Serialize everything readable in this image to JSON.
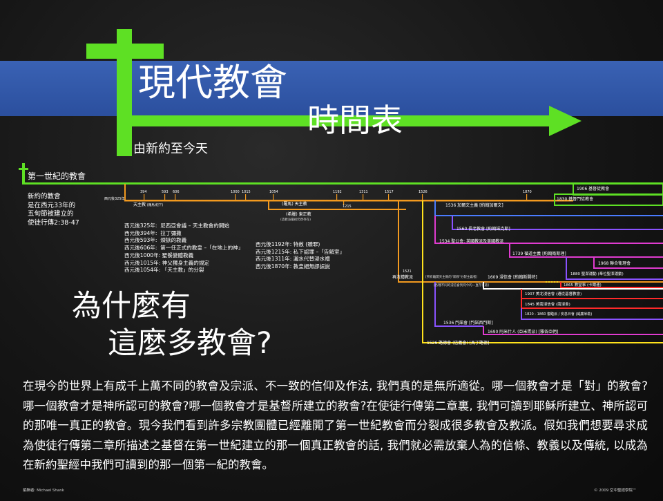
{
  "header": {
    "title_line1": "現代教會",
    "title_line2": "時間表",
    "subtitle": "由新約至今天"
  },
  "first_century": {
    "label": "第一世紀的教會",
    "note": "新約的教會\n是在西元33年的\n五旬節被建立的\n使徒行傳2:38-47"
  },
  "timeline": {
    "start_label": "西元後325年",
    "years": [
      "394",
      "593",
      "606",
      "1000",
      "1015",
      "1054",
      "1192",
      "1311",
      "1517",
      "1526",
      "1870"
    ],
    "year_1215": "1215",
    "catholic": "天主教",
    "catholic_note": "[羅馬/紀下]",
    "roman_catholic": "(羅馬) 天主教",
    "greek_orthodox": "(希臘) 東正教",
    "greek_orthodox_note": "(這教派最初仍然存在)",
    "year_1521": "1521",
    "anabaptist": "再洗禮教派",
    "reformation_note1": "[所有離開天主教的\"新教\"分裂主義者]",
    "reformation_note2": "[各種不同的浸信會到何今的一直存在著]"
  },
  "history_left": "西元後325年:  尼西亞會議 – 天主教會的開始\n西元後394年:  拉丁彌撒\n西元後593年:  煉獄的教義\n西元後606年:  第一任正式的教皇 –「在地上的神」\n西元後1000年: 聖餐變體教義\n西元後1015年: 神父獨身主義的規定\n西元後1054年: 「天主教」的分裂",
  "history_right": "西元後1192年: 特赦 (贖罪)\n西元後1215年: 私下認罪 –「告解室」\n西元後1311年: 灑水代替浸水禮\n西元後1870年: 教皇絕無謬誤說",
  "denominations": [
    {
      "label": "1906 基督徒教會"
    },
    {
      "label": "1830 基督門徒教會"
    },
    {
      "label": "1536 加爾文主義 [約翰加爾文]"
    },
    {
      "label": "1560 長老教會 [約翰諾克斯]"
    },
    {
      "label": "1534 聖公會: 英國教派及美國教派"
    },
    {
      "label": "1739 循道主義 [約翰衛斯理]"
    },
    {
      "label": "1968 聯合衛理會"
    },
    {
      "label": "1880 聖潔運動 (奉位聖潔運動)"
    },
    {
      "label": "1609 浸信會 [約翰斯開特]"
    },
    {
      "label": "1865 教堂事 (卡爾連)"
    },
    {
      "label": "1907 美北浸信會 (遵從基督教會)"
    },
    {
      "label": "1845 美南浸信會 (南浸會)"
    },
    {
      "label": "1820 - 1860 復臨派 / 安息日會 (威廉米勒)"
    },
    {
      "label": "1536 門諾會 [門諾西門斯]"
    },
    {
      "label": "1690 阿米什人 (亞米胥派) [雅各亞們]"
    },
    {
      "label": "1526 路德會 (信義會) [馬丁路德]"
    }
  ],
  "question": {
    "line1": "為什麼有",
    "line2": "這麼多教會?"
  },
  "paragraph": "在現今的世界上有成千上萬不同的教會及宗派、不一致的信仰及作法, 我們真的是無所適從。哪一個教會才是「對」的教會?哪一個教會才是神所認可的教會?哪一個教會才是基督所建立的教會?在使徒行傳第二章裏, 我們可讀到耶穌所建立、神所認可的那唯一真正的教會。現今我們看到許多宗教團體已經離開了第一世紀教會而分裂成很多教會及教派。假如我們想要尋求成為使徒行傳第二章所描述之基督在第一世紀建立的那一個真正教會的話, 我們就必需放棄人為的信條、教義以及傳統, 以成為在新約聖經中我們可讀到的那一個第一紀的教會。",
  "footer": {
    "editor": "編輯者: Michael Shank",
    "copyright": "© 2009    空中聖經學院™"
  },
  "colors": {
    "green": "#5ee024",
    "orange": "#f39a1f",
    "band_blue": "#2f58aa",
    "blue": "#4a7cff",
    "magenta": "#e03bd0",
    "purple": "#8a52ff",
    "yellow": "#ffe21c",
    "red": "#ff2a2a",
    "white": "#ffffff"
  }
}
